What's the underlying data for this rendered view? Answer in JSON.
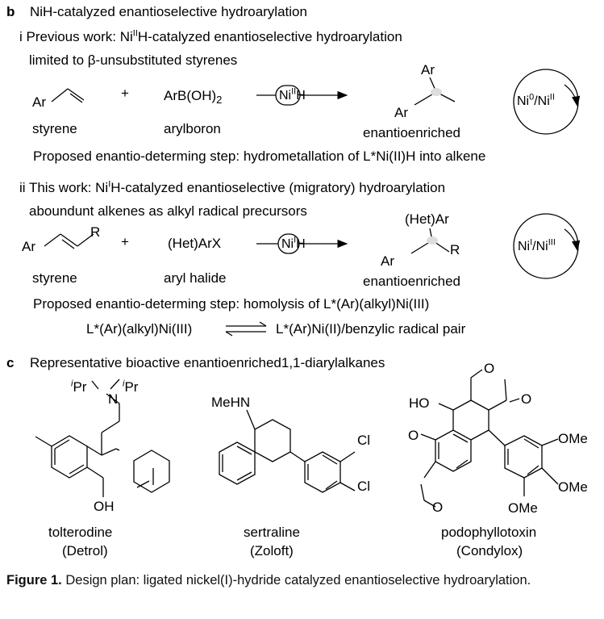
{
  "section_b": {
    "letter": "b",
    "title": "NiH-catalyzed enantioselective hydroarylation",
    "part_i": {
      "prefix": "i Previous work: Ni",
      "sup": "II",
      "suffix": "H-catalyzed enantioselective hydroarylation",
      "line2": "limited to β-unsubstituted styrenes",
      "reagent1": "Ar",
      "plus": "+",
      "reagent2_main": "ArB(OH)",
      "reagent2_sub": "2",
      "catalyst_ni": "Ni",
      "catalyst_sup": "II",
      "catalyst_h": "H",
      "product_ar_top": "Ar",
      "product_ar_left": "Ar",
      "cycle_ni0": "Ni",
      "cycle_sup0": "0",
      "cycle_slash": "/Ni",
      "cycle_sup2": "II",
      "label1": "styrene",
      "label2": "arylboron",
      "label3": "enantioenriched",
      "step": "Proposed enantio-determing step: hydrometallation of L*Ni(II)H into alkene"
    },
    "part_ii": {
      "prefix": "ii This work: Ni",
      "sup": "I",
      "suffix": "H-catalyzed enantioselective (migratory) hydroarylation",
      "line2": "aboundunt alkenes as alkyl radical precursors",
      "reagent1_ar": "Ar",
      "reagent1_r": "R",
      "plus": "+",
      "reagent2": "(Het)ArX",
      "catalyst_ni": "Ni",
      "catalyst_sup": "I",
      "catalyst_h": "H",
      "product_top": "(Het)Ar",
      "product_ar": "Ar",
      "product_r": "R",
      "cycle_ni": "Ni",
      "cycle_sup1": "I",
      "cycle_slash": "/Ni",
      "cycle_sup2": "III",
      "label1": "styrene",
      "label2": "aryl halide",
      "label3": "enantioenriched",
      "step": "Proposed enantio-determing step: homolysis of L*(Ar)(alkyl)Ni(III)",
      "equilibrium_left": "L*(Ar)(alkyl)Ni(III)",
      "equilibrium_right": "L*(Ar)Ni(II)/benzylic radical pair"
    }
  },
  "section_c": {
    "letter": "c",
    "title": "Representative bioactive enantioenriched1,1-diarylalkanes",
    "tolterodine": {
      "ipr": "Pr",
      "n": "N",
      "oh": "OH",
      "name": "tolterodine",
      "brand": "(Detrol)"
    },
    "sertraline": {
      "mehn": "MeHN",
      "cl1": "Cl",
      "cl2": "Cl",
      "name": "sertraline",
      "brand": "(Zoloft)"
    },
    "podophyllotoxin": {
      "ho": "HO",
      "o_ring": "O",
      "o_carbonyl": "O",
      "o1": "O",
      "o2": "O",
      "ome1": "OMe",
      "ome2": "OMe",
      "ome3": "OMe",
      "name": "podophyllotoxin",
      "brand": "(Condylox)"
    }
  },
  "caption": {
    "label": "Figure 1.",
    "text": " Design plan: ligated nickel(I)-hydride catalyzed enantioselective hydroarylation."
  }
}
